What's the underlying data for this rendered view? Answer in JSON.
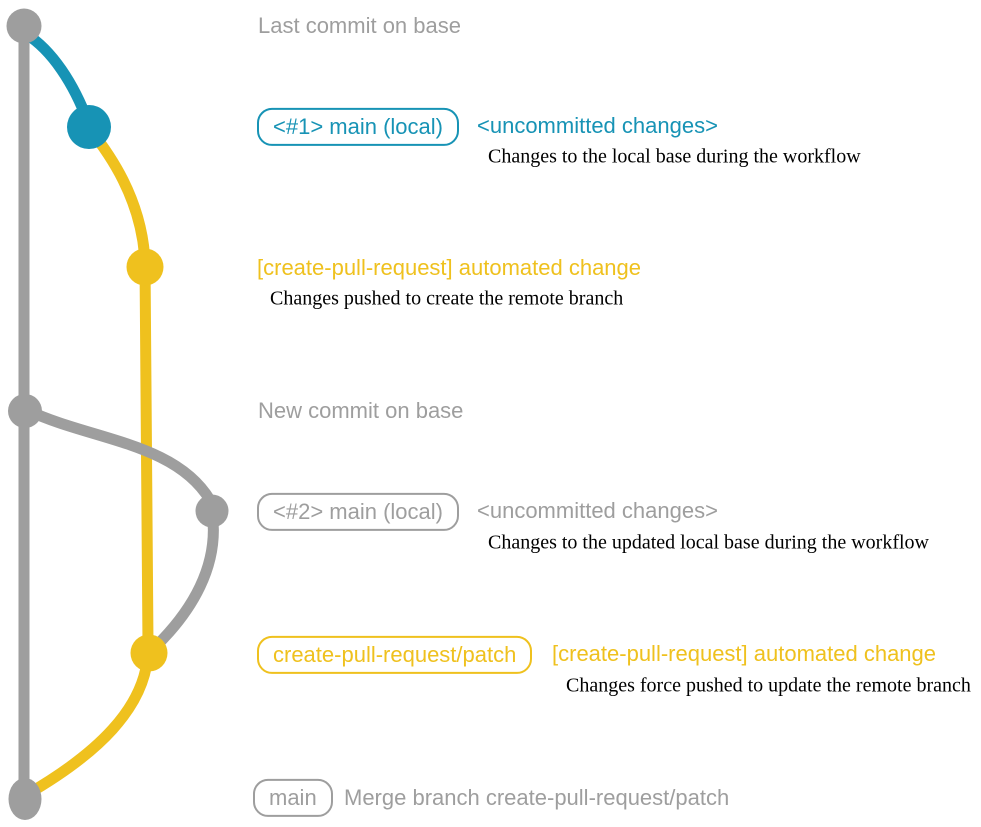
{
  "colors": {
    "gray": "#9E9E9E",
    "blue": "#1793B5",
    "yellow": "#EFC11E",
    "ink": "#000000",
    "bg": "#FFFFFF"
  },
  "labels": {
    "last_commit": "Last commit on base",
    "badge_main_local_1": "<#1> main (local)",
    "uncommitted_1": "<uncommitted changes>",
    "note_uncommitted_1": "Changes to the local base during the workflow",
    "automated_change_1": "[create-pull-request] automated change",
    "note_automated_1": "Changes pushed to create the remote branch",
    "new_commit": "New commit on base",
    "badge_main_local_2": "<#2> main (local)",
    "uncommitted_2": "<uncommitted changes>",
    "note_uncommitted_2": "Changes to the updated local base during the workflow",
    "badge_patch_branch": "create-pull-request/patch",
    "automated_change_2": "[create-pull-request] automated change",
    "note_automated_2": "Changes force pushed to update the remote branch",
    "badge_main": "main",
    "merge_commit": "Merge branch create-pull-request/patch"
  }
}
